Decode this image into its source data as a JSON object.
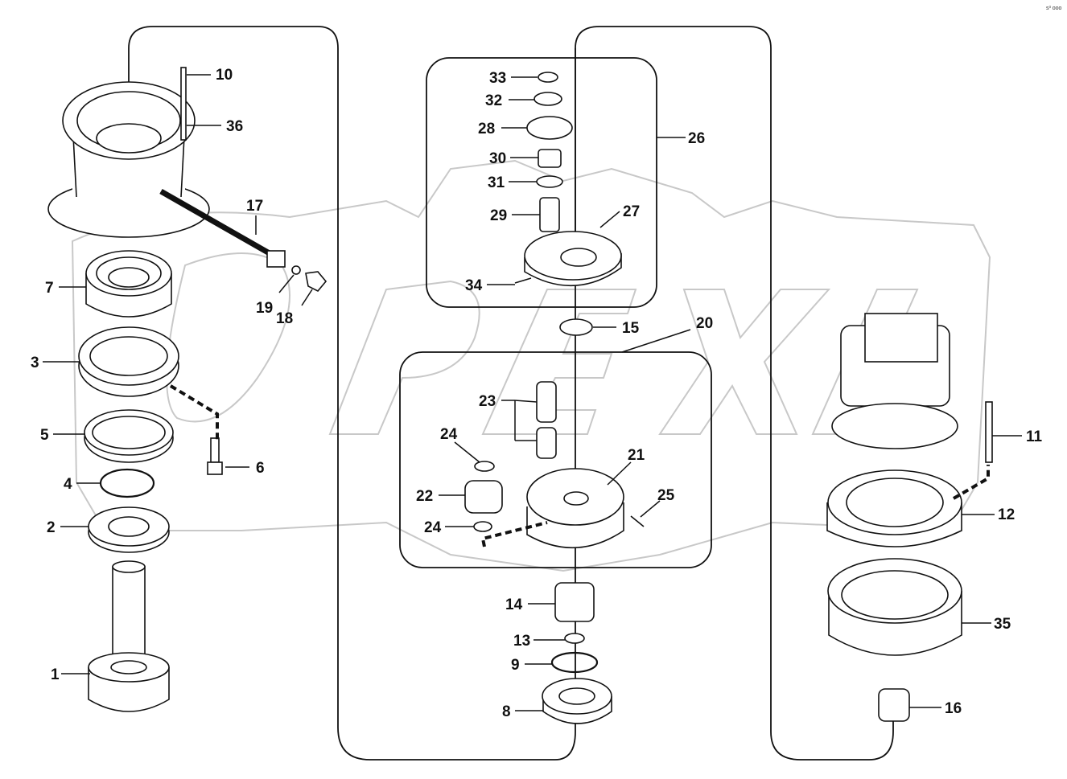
{
  "labels": {
    "l1": "1",
    "l2": "2",
    "l3": "3",
    "l4": "4",
    "l5": "5",
    "l6": "6",
    "l7": "7",
    "l8": "8",
    "l9": "9",
    "l10": "10",
    "l11": "11",
    "l12": "12",
    "l13": "13",
    "l14": "14",
    "l15": "15",
    "l16": "16",
    "l17": "17",
    "l18": "18",
    "l19": "19",
    "l20": "20",
    "l21": "21",
    "l22": "22",
    "l23": "23",
    "l24a": "24",
    "l24b": "24",
    "l25": "25",
    "l26": "26",
    "l27": "27",
    "l28": "28",
    "l29": "29",
    "l30": "30",
    "l31": "31",
    "l32": "32",
    "l33": "33",
    "l34": "34",
    "l35": "35",
    "l36": "36"
  },
  "watermark": "OPEX",
  "corner_code": "s³ ooo",
  "colors": {
    "line": "#111111",
    "watermark": "#c8c8c8"
  }
}
